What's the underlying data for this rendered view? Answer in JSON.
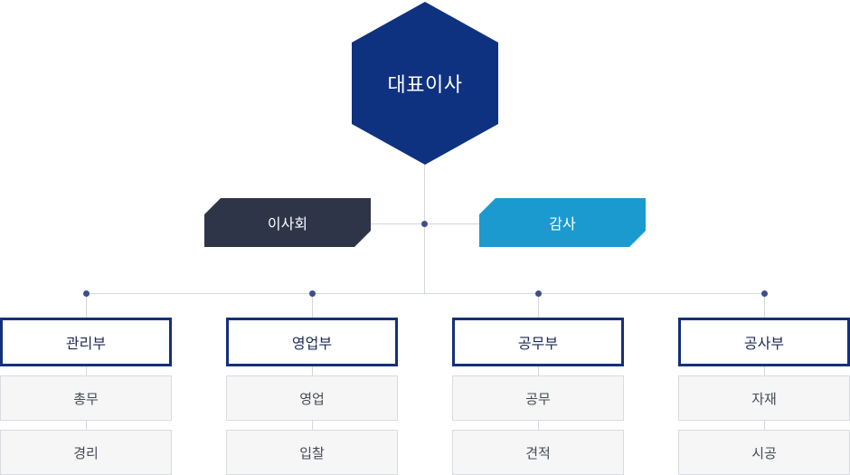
{
  "ceo": {
    "label": "대표이사"
  },
  "advisory": [
    {
      "label": "이사회"
    },
    {
      "label": "감사"
    }
  ],
  "departments": [
    {
      "label": "관리부",
      "teams": [
        "총무",
        "경리"
      ]
    },
    {
      "label": "영업부",
      "teams": [
        "영업",
        "입찰"
      ]
    },
    {
      "label": "공무부",
      "teams": [
        "공무",
        "견적"
      ]
    },
    {
      "label": "공사부",
      "teams": [
        "자재",
        "시공"
      ]
    }
  ],
  "colors": {
    "ceo": "#0f3280",
    "board": "#2e3549",
    "audit": "#1b9ad0",
    "department_border": "#15307a",
    "connector": "#d3d6dc",
    "node_dot": "#3d4f8a"
  }
}
